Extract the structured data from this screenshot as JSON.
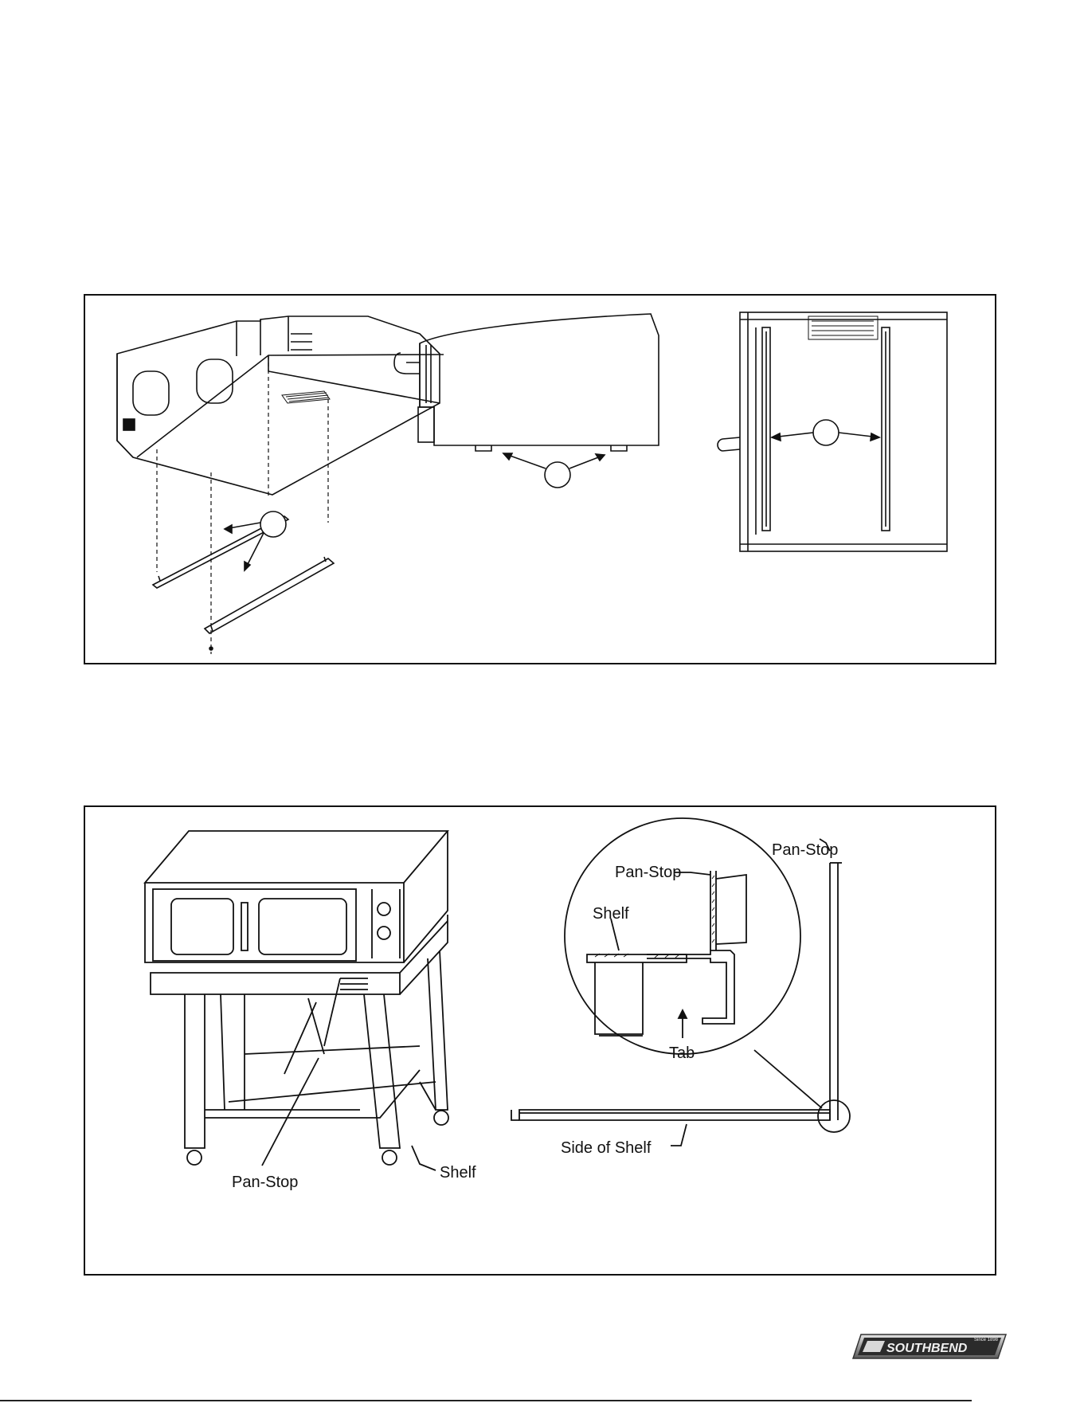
{
  "figure2": {
    "labels": {
      "pan_stop_main": "Pan-Stop",
      "shelf_main": "Shelf",
      "pan_stop_detail": "Pan-Stop",
      "shelf_detail": "Shelf",
      "tab": "Tab",
      "pan_stop_side": "Pan-Stop",
      "side_of_shelf": "Side of Shelf"
    }
  },
  "footer": {
    "brand": "SOUTHBEND",
    "since": "Since 1898"
  }
}
